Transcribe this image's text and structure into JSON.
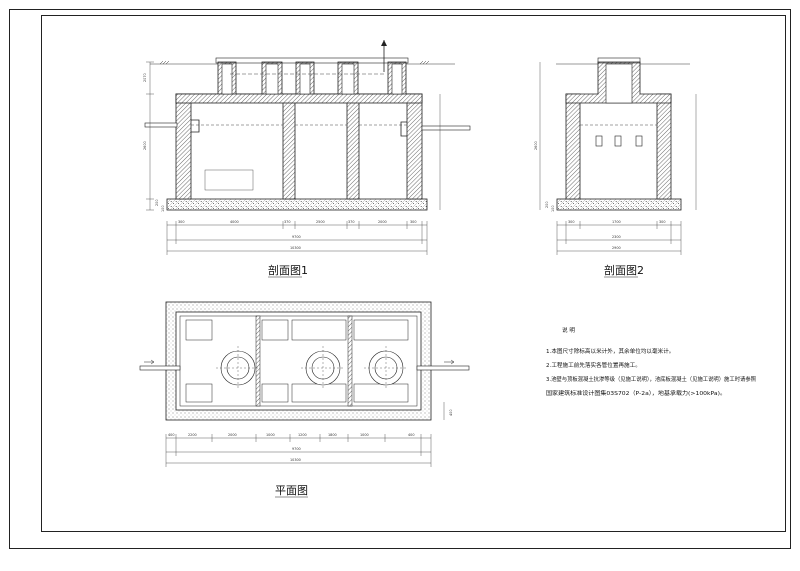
{
  "drawing": {
    "views": [
      {
        "id": "section1",
        "title": "剖面图1"
      },
      {
        "id": "section2",
        "title": "剖面图2"
      },
      {
        "id": "plan",
        "title": "平面图"
      }
    ],
    "notes": {
      "heading": "说  明",
      "lines": [
        "1.本图尺寸除标高以米计外，其余单位均以毫米计。",
        "2.工程施工前先落实各管位置再施工。",
        "3.池壁与顶板混凝土抗渗等级（见施工说明），池底板混凝土（见施工说明）施工时请参照",
        "   国家建筑标准设计图集03S702（P-2a），地基承载力(>100kPa)。"
      ]
    },
    "section1_dims": {
      "heights": [
        "2070",
        "2600",
        "200",
        "100"
      ],
      "segments": [
        "300",
        "4000",
        "370",
        "2500",
        "370",
        "2000",
        "300"
      ],
      "total_inner": "9700",
      "total_outer": "10300"
    },
    "section2_dims": {
      "heights": [
        "2600",
        "200",
        "100"
      ],
      "segments": [
        "300",
        "1700",
        "300"
      ],
      "total_inner": "2300",
      "total_outer": "2900"
    },
    "plan_dims": {
      "segments": [
        "400",
        "2200",
        "2000",
        "1000",
        "1200",
        "1800",
        "1000",
        "400"
      ],
      "total_inner": "9700",
      "total_outer": "10300",
      "side": [
        "400"
      ]
    }
  }
}
